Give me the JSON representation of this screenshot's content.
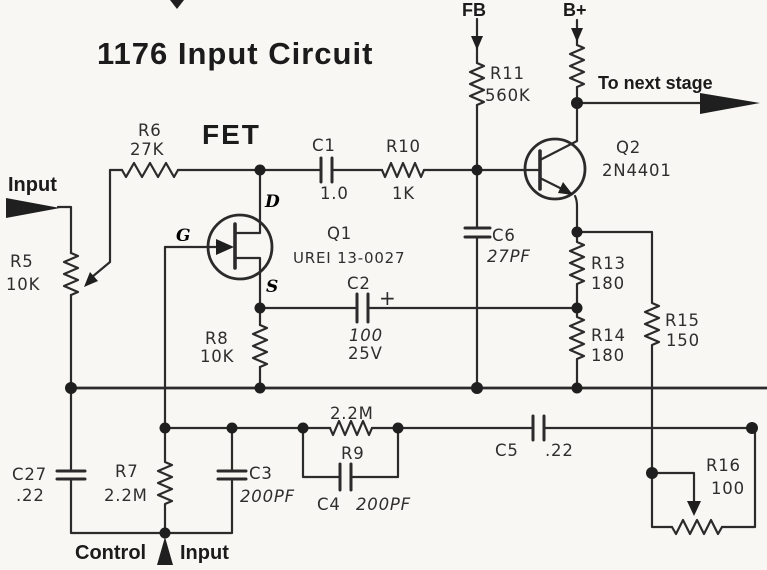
{
  "title": "1176 Input Circuit",
  "labels": {
    "fet_heading": "FET",
    "input": "Input",
    "control_left": "Control",
    "control_right": "Input",
    "fb": "FB",
    "b_plus": "B+",
    "to_next_stage": "To next stage"
  },
  "components": {
    "q1": {
      "designator": "Q1",
      "part": "UREI 13-0027",
      "drain": "D",
      "gate": "G",
      "source": "S"
    },
    "q2": {
      "designator": "Q2",
      "part": "2N4401"
    },
    "r5": {
      "designator": "R5",
      "value": "10K"
    },
    "r6": {
      "designator": "R6",
      "value": "27K"
    },
    "r7": {
      "designator": "R7",
      "value": "2.2M"
    },
    "r8": {
      "designator": "R8",
      "value": "10K"
    },
    "r9": {
      "designator": "R9",
      "value": "2.2M"
    },
    "r10": {
      "designator": "R10",
      "value": "1K"
    },
    "r11": {
      "designator": "R11",
      "value": "560K"
    },
    "r13": {
      "designator": "R13",
      "value": "180"
    },
    "r14": {
      "designator": "R14",
      "value": "180"
    },
    "r15": {
      "designator": "R15",
      "value": "150"
    },
    "r16": {
      "designator": "R16",
      "value": "100"
    },
    "c1": {
      "designator": "C1",
      "value": "1.0"
    },
    "c2": {
      "designator": "C2",
      "value": "100",
      "voltage": "25V",
      "polarity": "+"
    },
    "c3": {
      "designator": "C3",
      "value": "200PF"
    },
    "c4": {
      "designator": "C4",
      "value": "200PF"
    },
    "c5": {
      "designator": "C5",
      "value": ".22"
    },
    "c6": {
      "designator": "C6",
      "value": "27PF"
    },
    "c27": {
      "designator": "C27",
      "value": ".22"
    }
  },
  "colors": {
    "ink": "#2b2b2b",
    "background": "#f8f7f3"
  }
}
